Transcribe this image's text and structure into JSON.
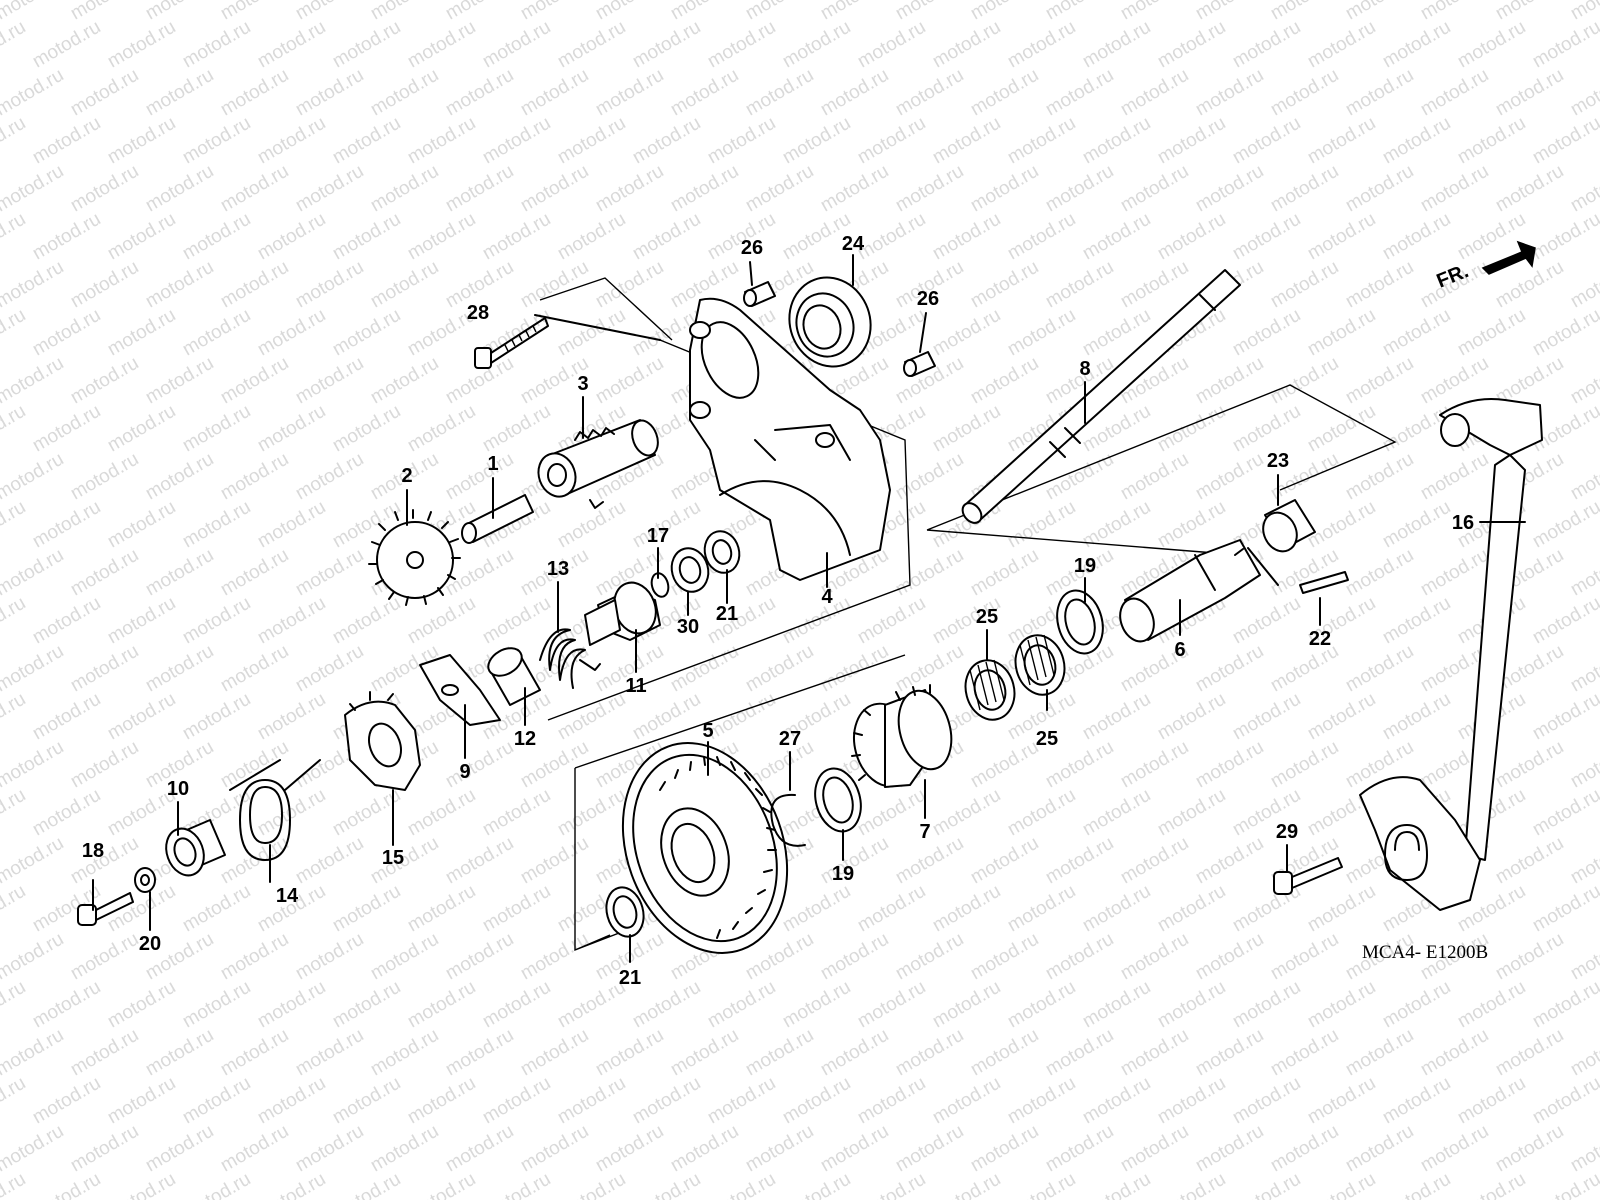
{
  "diagram": {
    "code": "MCA4- E1200B",
    "front_label": "FR.",
    "watermark": "motod.ru"
  },
  "parts": [
    {
      "id": "part-1",
      "label": "1"
    },
    {
      "id": "part-2",
      "label": "2"
    },
    {
      "id": "part-3",
      "label": "3"
    },
    {
      "id": "part-4",
      "label": "4"
    },
    {
      "id": "part-5",
      "label": "5"
    },
    {
      "id": "part-6",
      "label": "6"
    },
    {
      "id": "part-7",
      "label": "7"
    },
    {
      "id": "part-8",
      "label": "8"
    },
    {
      "id": "part-9",
      "label": "9"
    },
    {
      "id": "part-10",
      "label": "10"
    },
    {
      "id": "part-11",
      "label": "11"
    },
    {
      "id": "part-12",
      "label": "12"
    },
    {
      "id": "part-13",
      "label": "13"
    },
    {
      "id": "part-14",
      "label": "14"
    },
    {
      "id": "part-15",
      "label": "15"
    },
    {
      "id": "part-16",
      "label": "16"
    },
    {
      "id": "part-17",
      "label": "17"
    },
    {
      "id": "part-18",
      "label": "18"
    },
    {
      "id": "part-19a",
      "label": "19"
    },
    {
      "id": "part-19b",
      "label": "19"
    },
    {
      "id": "part-20",
      "label": "20"
    },
    {
      "id": "part-21a",
      "label": "21"
    },
    {
      "id": "part-21b",
      "label": "21"
    },
    {
      "id": "part-22",
      "label": "22"
    },
    {
      "id": "part-23",
      "label": "23"
    },
    {
      "id": "part-24",
      "label": "24"
    },
    {
      "id": "part-25a",
      "label": "25"
    },
    {
      "id": "part-25b",
      "label": "25"
    },
    {
      "id": "part-26a",
      "label": "26"
    },
    {
      "id": "part-26b",
      "label": "26"
    },
    {
      "id": "part-27",
      "label": "27"
    },
    {
      "id": "part-28",
      "label": "28"
    },
    {
      "id": "part-29",
      "label": "29"
    },
    {
      "id": "part-30",
      "label": "30"
    }
  ]
}
